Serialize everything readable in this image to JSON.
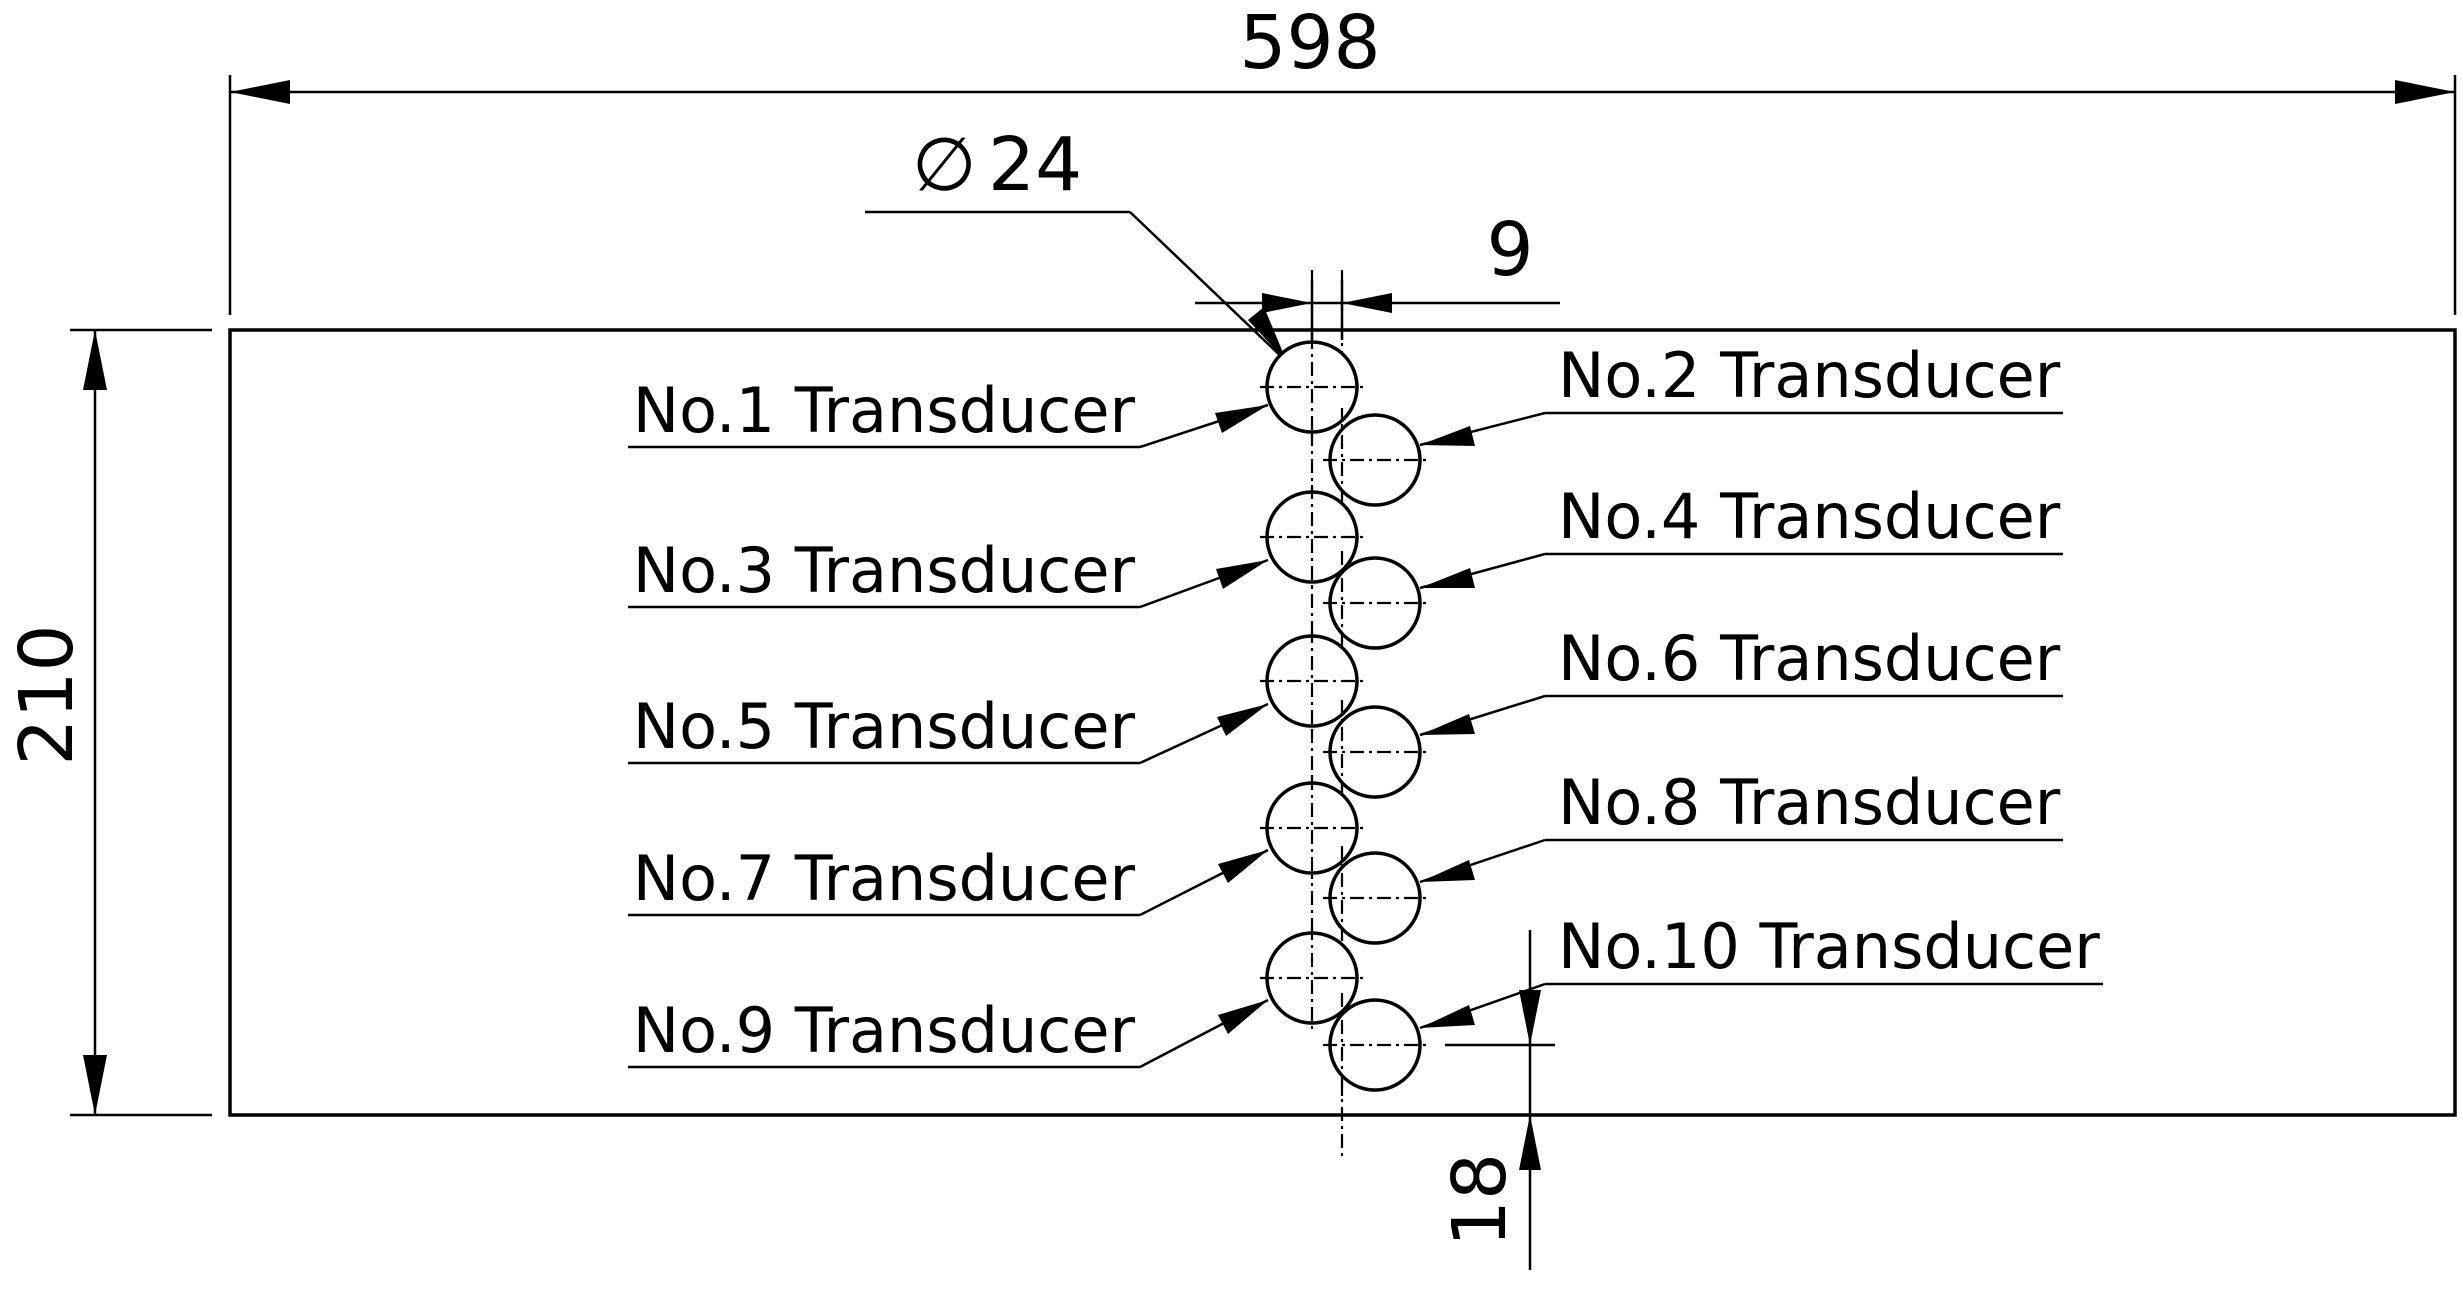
{
  "dimensions": {
    "overall_width": "598",
    "overall_height": "210",
    "diameter_symbol": "∅",
    "diameter_value": "24",
    "offset": "9",
    "edge_distance": "18"
  },
  "transducers": [
    "No.1 Transducer",
    "No.2 Transducer",
    "No.3 Transducer",
    "No.4 Transducer",
    "No.5 Transducer",
    "No.6 Transducer",
    "No.7 Transducer",
    "No.8 Transducer",
    "No.9 Transducer",
    "No.10 Transducer"
  ]
}
